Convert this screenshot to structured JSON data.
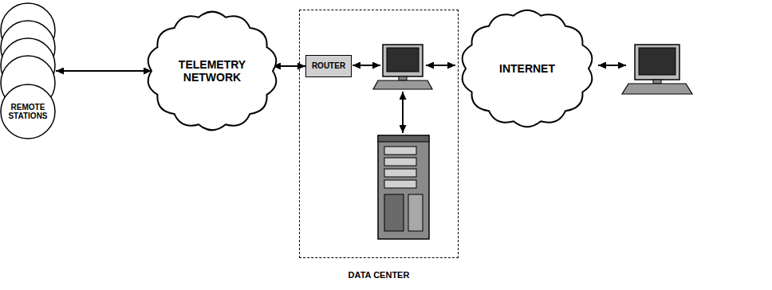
{
  "diagram": {
    "nodes": [
      {
        "text": [
          "REMOTE STATIONS"
        ]
      },
      {
        "text": [
          "TELEMETRY NETWORK"
        ]
      },
      {
        "text": [
          "DATA CENTER"
        ]
      },
      {
        "text": [
          "ROUTER"
        ],
        "in": 2
      },
      {
        "text": [
          "INTERNET"
        ]
      }
    ],
    "edges": [
      {
        "from": 0,
        "to": 1,
        "arrow": "both"
      },
      {
        "from": 1,
        "to": 3,
        "arrow": "both"
      }
    ]
  }
}
